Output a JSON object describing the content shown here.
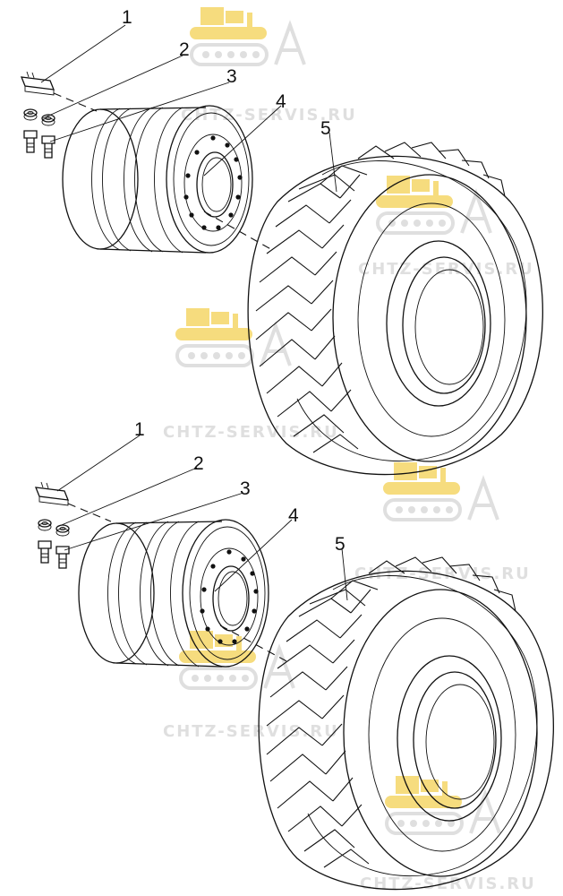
{
  "watermark": {
    "text": "CHTZ-SERVIS.RU",
    "colors": {
      "logo": "#f5d870",
      "text": "#dcdcdc"
    }
  },
  "assemblies": [
    {
      "id": "upper",
      "callouts": [
        {
          "num": "1",
          "part": "lock-plate"
        },
        {
          "num": "2",
          "part": "washer"
        },
        {
          "num": "3",
          "part": "bolt"
        },
        {
          "num": "4",
          "part": "wheel-rim"
        },
        {
          "num": "5",
          "part": "tire"
        }
      ]
    },
    {
      "id": "lower",
      "callouts": [
        {
          "num": "1",
          "part": "lock-plate"
        },
        {
          "num": "2",
          "part": "washer"
        },
        {
          "num": "3",
          "part": "bolt"
        },
        {
          "num": "4",
          "part": "wheel-rim"
        },
        {
          "num": "5",
          "part": "tire"
        }
      ]
    }
  ]
}
